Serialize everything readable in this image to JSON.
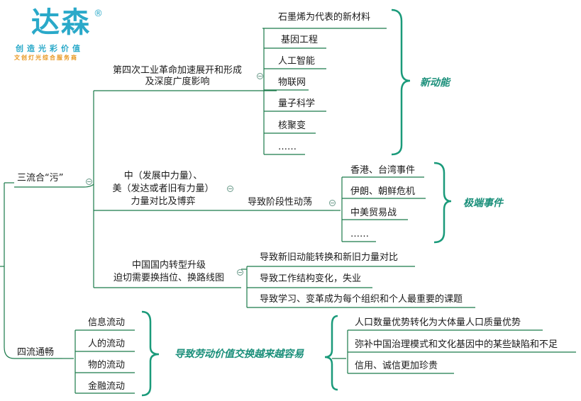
{
  "logo": {
    "name": "达森",
    "registered": "®",
    "tagline": "创造光彩价值",
    "subtitle": "文创灯光综合服务商"
  },
  "branch_sanliu": {
    "label": "三流合“污”",
    "group_revolution": {
      "label_line1": "第四次工业革命加速展开和形成",
      "label_line2": "及深度广度影响",
      "items": [
        "石墨烯为代表的新材料",
        "基因工程",
        "人工智能",
        "物联网",
        "量子科学",
        "核聚变",
        "……"
      ],
      "brace_label": "新动能"
    },
    "group_power": {
      "label_line1": "中（发展中力量）、",
      "label_line2": "美（发达或者旧有力量）",
      "label_line3": "力量对比及博弈",
      "mid_label": "导致阶段性动荡",
      "items": [
        "香港、台湾事件",
        "伊朗、朝鲜危机",
        "中美贸易战",
        "……"
      ],
      "brace_label": "极端事件"
    },
    "group_transform": {
      "label_line1": "中国国内转型升级",
      "label_line2": "迫切需要换挡位、换路线图",
      "items": [
        "导致新旧动能转换和新旧力量对比",
        "导致工作结构变化，失业",
        "导致学习、变革成为每个组织和个人最重要的课题"
      ]
    }
  },
  "branch_siliu": {
    "label": "四流通畅",
    "items": [
      "信息流动",
      "人的流动",
      "物的流动",
      "金融流动"
    ],
    "brace_label": "导致劳动价值交换越来越容易",
    "results": [
      "人口数量优势转化为大体量人口质量优势",
      "弥补中国治理模式和文化基因中的某些缺陷和不足",
      "信用、诚信更加珍贵"
    ]
  }
}
